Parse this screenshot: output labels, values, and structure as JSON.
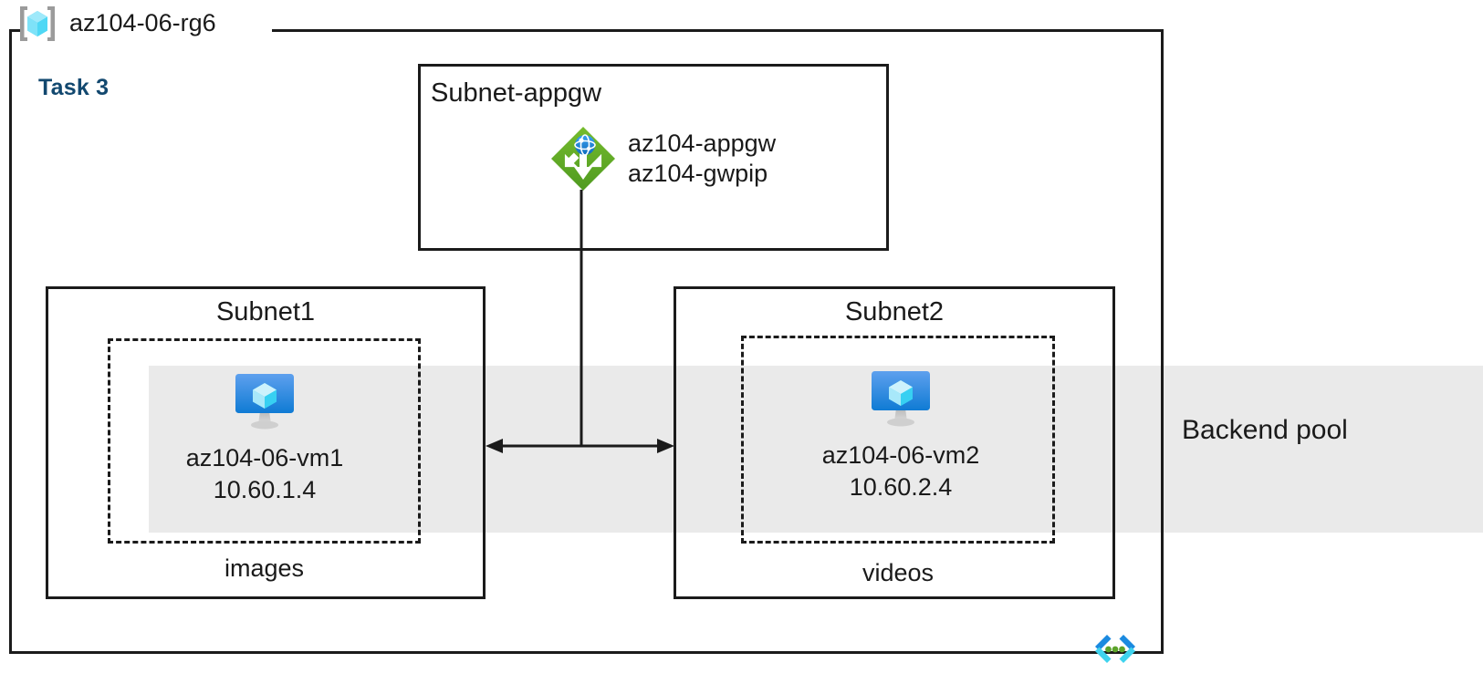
{
  "diagram": {
    "resource_group": {
      "name": "az104-06-rg6",
      "icon": "resource-group-cube-icon"
    },
    "task_label": "Task 3",
    "backend_pool": {
      "label": "Backend pool",
      "band_color": "#eaeaea"
    },
    "appgw_subnet": {
      "title": "Subnet-appgw",
      "node": {
        "icon": "application-gateway-icon",
        "lines": [
          "az104-appgw",
          "az104-gwpip"
        ]
      }
    },
    "subnets": [
      {
        "title": "Subnet1",
        "nsg_caption": "images",
        "vm": {
          "icon": "virtual-machine-icon",
          "name": "az104-06-vm1",
          "ip": "10.60.1.4"
        }
      },
      {
        "title": "Subnet2",
        "nsg_caption": "videos",
        "vm": {
          "icon": "virtual-machine-icon",
          "name": "az104-06-vm2",
          "ip": "10.60.2.4"
        }
      }
    ],
    "footer_icon": "code-brackets-icon",
    "colors": {
      "task_blue": "#12486f",
      "border_black": "#1b1b1b",
      "appgw_green": "#59a524",
      "vm_blue": "#1b8ae5",
      "code_cyan": "#32bdea",
      "code_green": "#5ca32a"
    }
  }
}
